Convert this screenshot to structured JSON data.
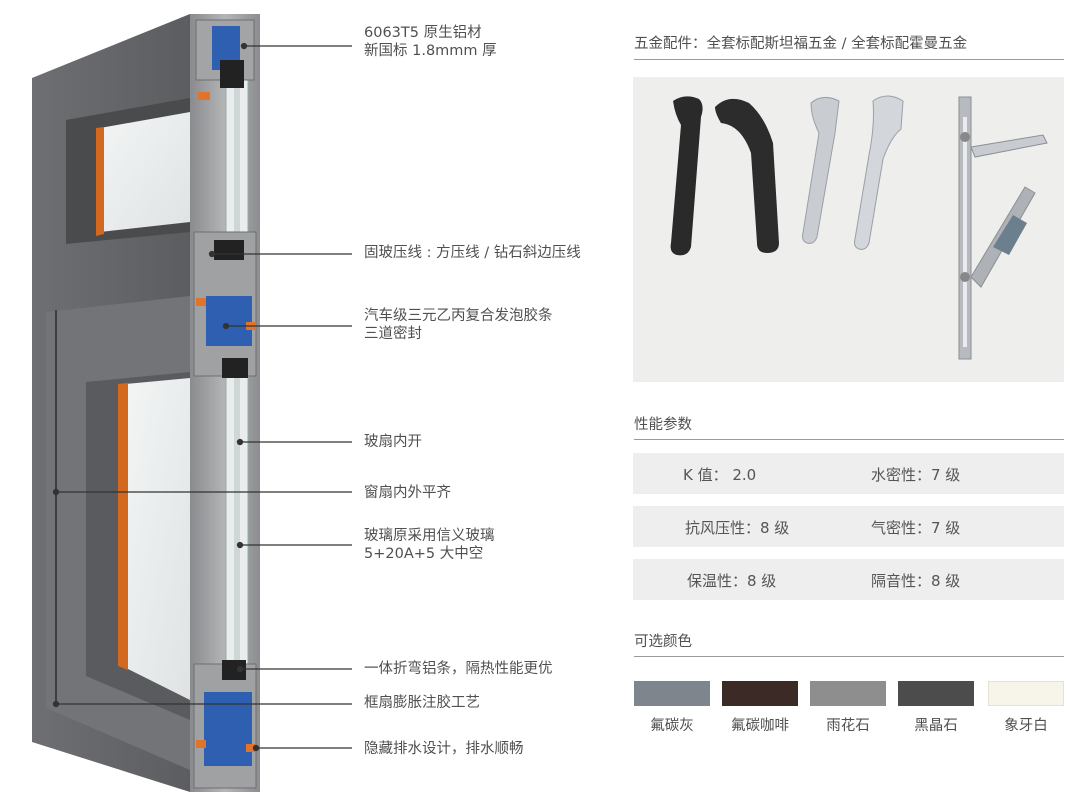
{
  "callouts": {
    "material_line1": "6063T5 原生铝材",
    "material_line2": "新国标 1.8mmm 厚",
    "bead": "固玻压线 : 方压线 / 钻石斜边压线",
    "seal_line1": "汽车级三元乙丙复合发泡胶条",
    "seal_line2": "三道密封",
    "inward": "玻扇内开",
    "flush": "窗扇内外平齐",
    "glass_line1": "玻璃原采用信义玻璃",
    "glass_line2": "5+20A+5 大中空",
    "bent_strip": "一体折弯铝条，隔热性能更优",
    "injection": "框扇膨胀注胶工艺",
    "drainage": "隐藏排水设计，排水顺畅"
  },
  "hardware": {
    "title": "五金配件：全套标配斯坦福五金 / 全套标配霍曼五金"
  },
  "performance": {
    "title": "性能参数",
    "rows": [
      {
        "left": "K 值：  2.0",
        "right": "水密性：7 级"
      },
      {
        "left": "抗风压性：8 级",
        "right": "气密性：7 级"
      },
      {
        "left": "保温性：8 级",
        "right": "隔音性：8 级"
      }
    ]
  },
  "colors": {
    "title": "可选颜色",
    "swatches": [
      {
        "name": "氟碳灰",
        "hex": "#7e858c"
      },
      {
        "name": "氟碳咖啡",
        "hex": "#3b2a26"
      },
      {
        "name": "雨花石",
        "hex": "#8e8e8e"
      },
      {
        "name": "黑晶石",
        "hex": "#4c4c4c"
      },
      {
        "name": "象牙白",
        "hex": "#f7f5ea"
      }
    ]
  }
}
